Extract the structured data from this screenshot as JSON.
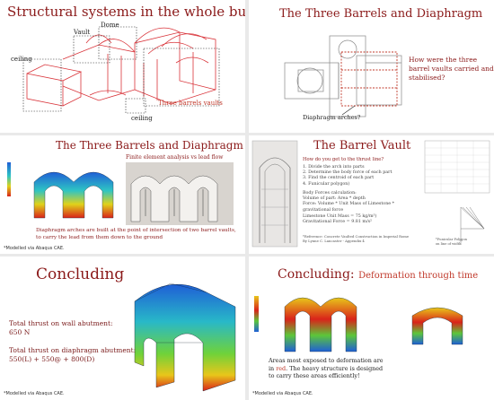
{
  "panel1": {
    "title": "Structural systems in the whole building",
    "labels": {
      "ceiling1": "ceiling",
      "vault": "Vault",
      "dome": "Dome",
      "ceiling2": "ceiling",
      "three_barrels": "Three barrels vaults"
    }
  },
  "panel2": {
    "title": "The Three Barrels and Diaphragm",
    "question": "How were the three barrel vaults carried and stabilised?",
    "diaphragm_label": "Diaphragm arches?"
  },
  "panel3": {
    "title": "The Three Barrels and Diaphragm",
    "fe_label": "Finite element analysis vs lead flow",
    "caption": "Diaphragm arches are built at the point of intersection of two barrel vaults, to carry the lead from them down to the ground",
    "footnote": "*Modelled via Abaqus CAE."
  },
  "panel4": {
    "title": "The Barrel Vault",
    "question": "How do you get to the thrust line?",
    "steps": [
      "1. Divide the arch into parts",
      "2. Determine the body force of each part",
      "3. Find the centroid of each part",
      "4. Funicular polygon)"
    ],
    "body_force_heading": "Body Forces calculation:",
    "volume": "Volume of part: Area * depth",
    "force": "Force: Volume * Unit Mass of Limestone * gravitational force",
    "unit_mass": "Limestone Unit Mass = 75 kg/m³)",
    "gravity": "Gravitational Force = 9.81 m/s²",
    "reference": "*Reference: Concrete Vaulted Construction in Imperial Rome By Lynne C. Lancaster - Appendix 4",
    "side_note": "*Funicular Polygon on line of width"
  },
  "panel5": {
    "title": "Concluding",
    "thrust_wall_label": "Total thrust on wall abutment:",
    "thrust_wall_value": "650 N",
    "thrust_diaphragm_label": "Total thrust on diaphragm abutment:",
    "thrust_diaphragm_value": "550(L) + 550@ + 800(D)",
    "footnote": "*Modelled via Abaqus CAE."
  },
  "panel6": {
    "title_a": "Concluding:",
    "title_b": "Deformation through time",
    "text_a": "Areas most exposed to deformation are in",
    "text_red": "red",
    "text_b": ". The heavy structure is designed to carry these areas efficiently!",
    "footnote": "*Modelled via Abaqus CAE."
  },
  "colors": {
    "title": "#8b1a1a",
    "outline": "#d9343a",
    "accent_red": "#c0392b"
  }
}
